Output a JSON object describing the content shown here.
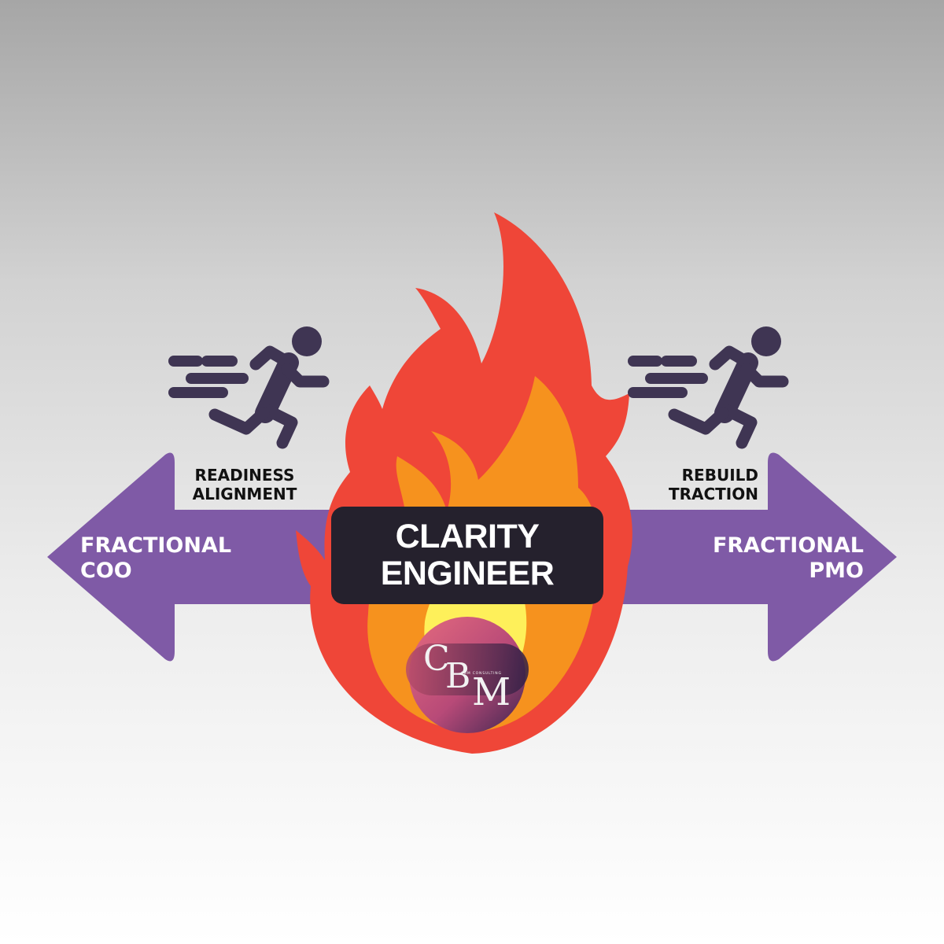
{
  "center": {
    "line1": "CLARITY",
    "line2": "ENGINEER"
  },
  "left_arrow": {
    "line1": "FRACTIONAL",
    "line2": "COO"
  },
  "right_arrow": {
    "line1": "FRACTIONAL",
    "line2": "PMO"
  },
  "left_runner": {
    "line1": "READINESS",
    "line2": "ALIGNMENT"
  },
  "right_runner": {
    "line1": "REBUILD",
    "line2": "TRACTION"
  },
  "logo": {
    "monogram": "CBM",
    "tagline": "CBM CONSULTING"
  },
  "colors": {
    "arrow": "#7f5aa6",
    "runner": "#3f3553",
    "flame_outer": "#ef4638",
    "flame_inner": "#f6921e",
    "flame_core": "#fef05a",
    "label_box": "#25212d"
  },
  "icons": [
    "running-person-icon",
    "running-person-icon",
    "flame-icon",
    "cbm-logo"
  ]
}
